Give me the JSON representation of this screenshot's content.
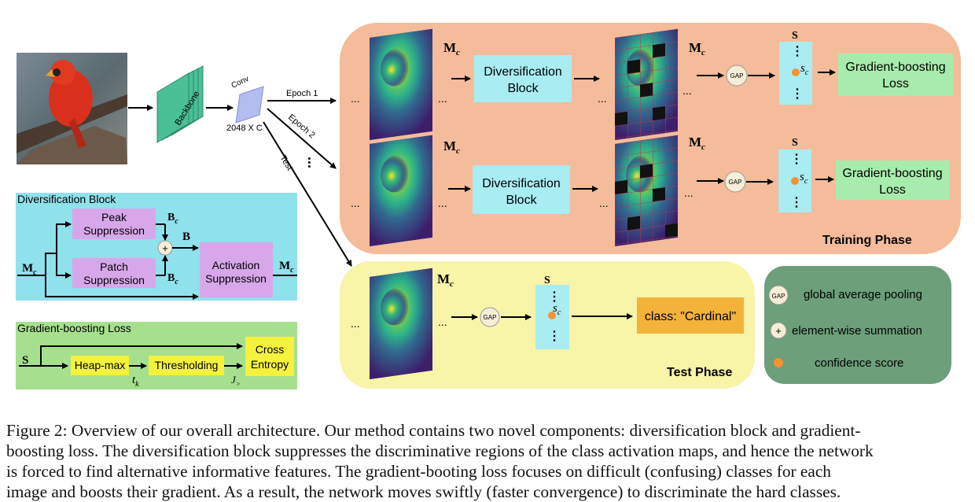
{
  "labels": {
    "backbone": "Backbone",
    "conv": "Conv",
    "conv_dims": "2048 X C",
    "epoch1": "Epoch 1",
    "epoch2": "Epoch 2",
    "test": "Test",
    "dots": "...",
    "mc": "M",
    "mc_sub": "c",
    "s": "S",
    "sc": "s",
    "sc_sub": "c",
    "gap": "GAP",
    "training_phase": "Training Phase",
    "test_phase": "Test Phase",
    "div_block_l1": "Diversification",
    "div_block_l2": "Block",
    "gb_loss_l1": "Gradient-boosting",
    "gb_loss_l2": "Loss",
    "class_output": "class: \"Cardinal\""
  },
  "diversification_panel": {
    "title": "Diversification Block",
    "peak_l1": "Peak",
    "peak_l2": "Suppression",
    "patch_l1": "Patch",
    "patch_l2": "Suppression",
    "act_l1": "Activation",
    "act_l2": "Suppression",
    "b": "B",
    "b1": "B",
    "b2": "B",
    "b_sub": "c",
    "mc": "M",
    "mc_sub": "c",
    "mc_prime": "M",
    "mc_prime_sub": "c",
    "plus": "+"
  },
  "gb_panel": {
    "title": "Gradient-boosting Loss",
    "s": "S",
    "heapmax": "Heap-max",
    "thresholding": "Thresholding",
    "cross_l1": "Cross",
    "cross_l2": "Entropy",
    "tk": "t",
    "tk_sub": "k",
    "j": "J",
    "j_sub": ">"
  },
  "legend": {
    "gap_label": "global average pooling",
    "plus_label": "element-wise summation",
    "dot_label": "confidence score"
  },
  "caption": {
    "line1": "Figure 2: Overview of our overall architecture. Our method contains two novel components: diversification block and gradient-",
    "line2": "boosting loss. The diversification block suppresses the discriminative regions of the class activation maps, and hence the network",
    "line3": "is forced to find alternative informative features. The gradient-booting loss focuses on difficult (confusing) classes for each",
    "line4": "image and boosts their gradient. As a result, the network moves swiftly (faster convergence) to discriminate the hard classes."
  },
  "colors": {
    "training_bg": "#f4bc9b",
    "test_bg": "#f8f4a8",
    "legend_bg": "#6c9f7a",
    "div_panel_bg": "#8fe1ec",
    "gb_panel_bg": "#a6e08f",
    "div_box": "#a9ecf2",
    "loss_box": "#a7ecac",
    "class_box": "#f3b33b",
    "purple_box": "#d7a7ea",
    "yellow_box": "#f4f23c",
    "orange_dot": "#f59232",
    "heatmap_dark": "#3b1a6b",
    "backbone": "#4bbf95",
    "conv": "#b4bdf0"
  }
}
